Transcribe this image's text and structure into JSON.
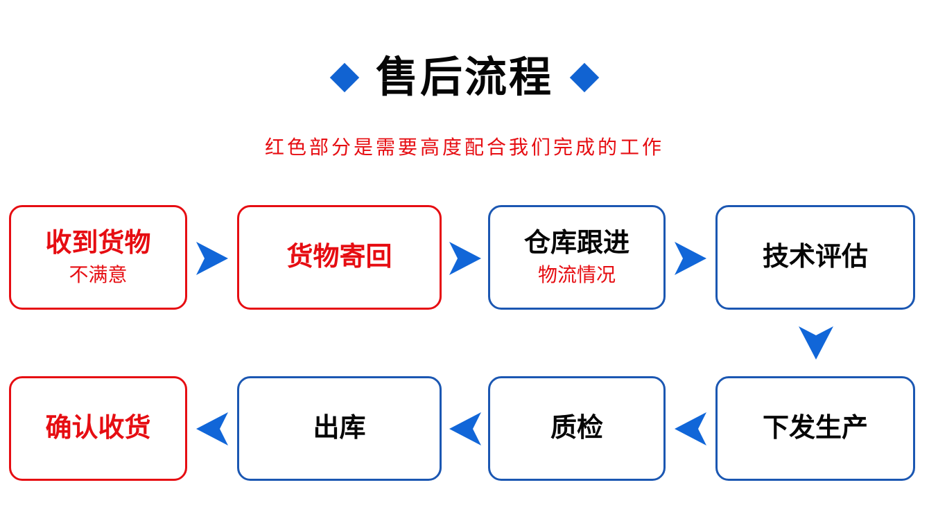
{
  "title": "售后流程",
  "subtitle": "红色部分是需要高度配合我们完成的工作",
  "colors": {
    "highlight_red": "#e60d12",
    "box_border_blue": "#1b57b2",
    "arrow_blue": "#1166d8",
    "diamond_blue": "#1163d2",
    "text_black": "#060606",
    "background": "#ffffff"
  },
  "flow": {
    "steps": [
      {
        "label": "收到货物",
        "sublabel": "不满意",
        "accent": "red"
      },
      {
        "label": "货物寄回",
        "sublabel": "",
        "accent": "red"
      },
      {
        "label": "仓库跟进",
        "sublabel": "物流情况",
        "accent": "blue",
        "sublabel_accent": "red"
      },
      {
        "label": "技术评估",
        "sublabel": "",
        "accent": "blue"
      },
      {
        "label": "下发生产",
        "sublabel": "",
        "accent": "blue"
      },
      {
        "label": "质检",
        "sublabel": "",
        "accent": "blue"
      },
      {
        "label": "出库",
        "sublabel": "",
        "accent": "blue"
      },
      {
        "label": "确认收货",
        "sublabel": "",
        "accent": "red"
      }
    ]
  }
}
